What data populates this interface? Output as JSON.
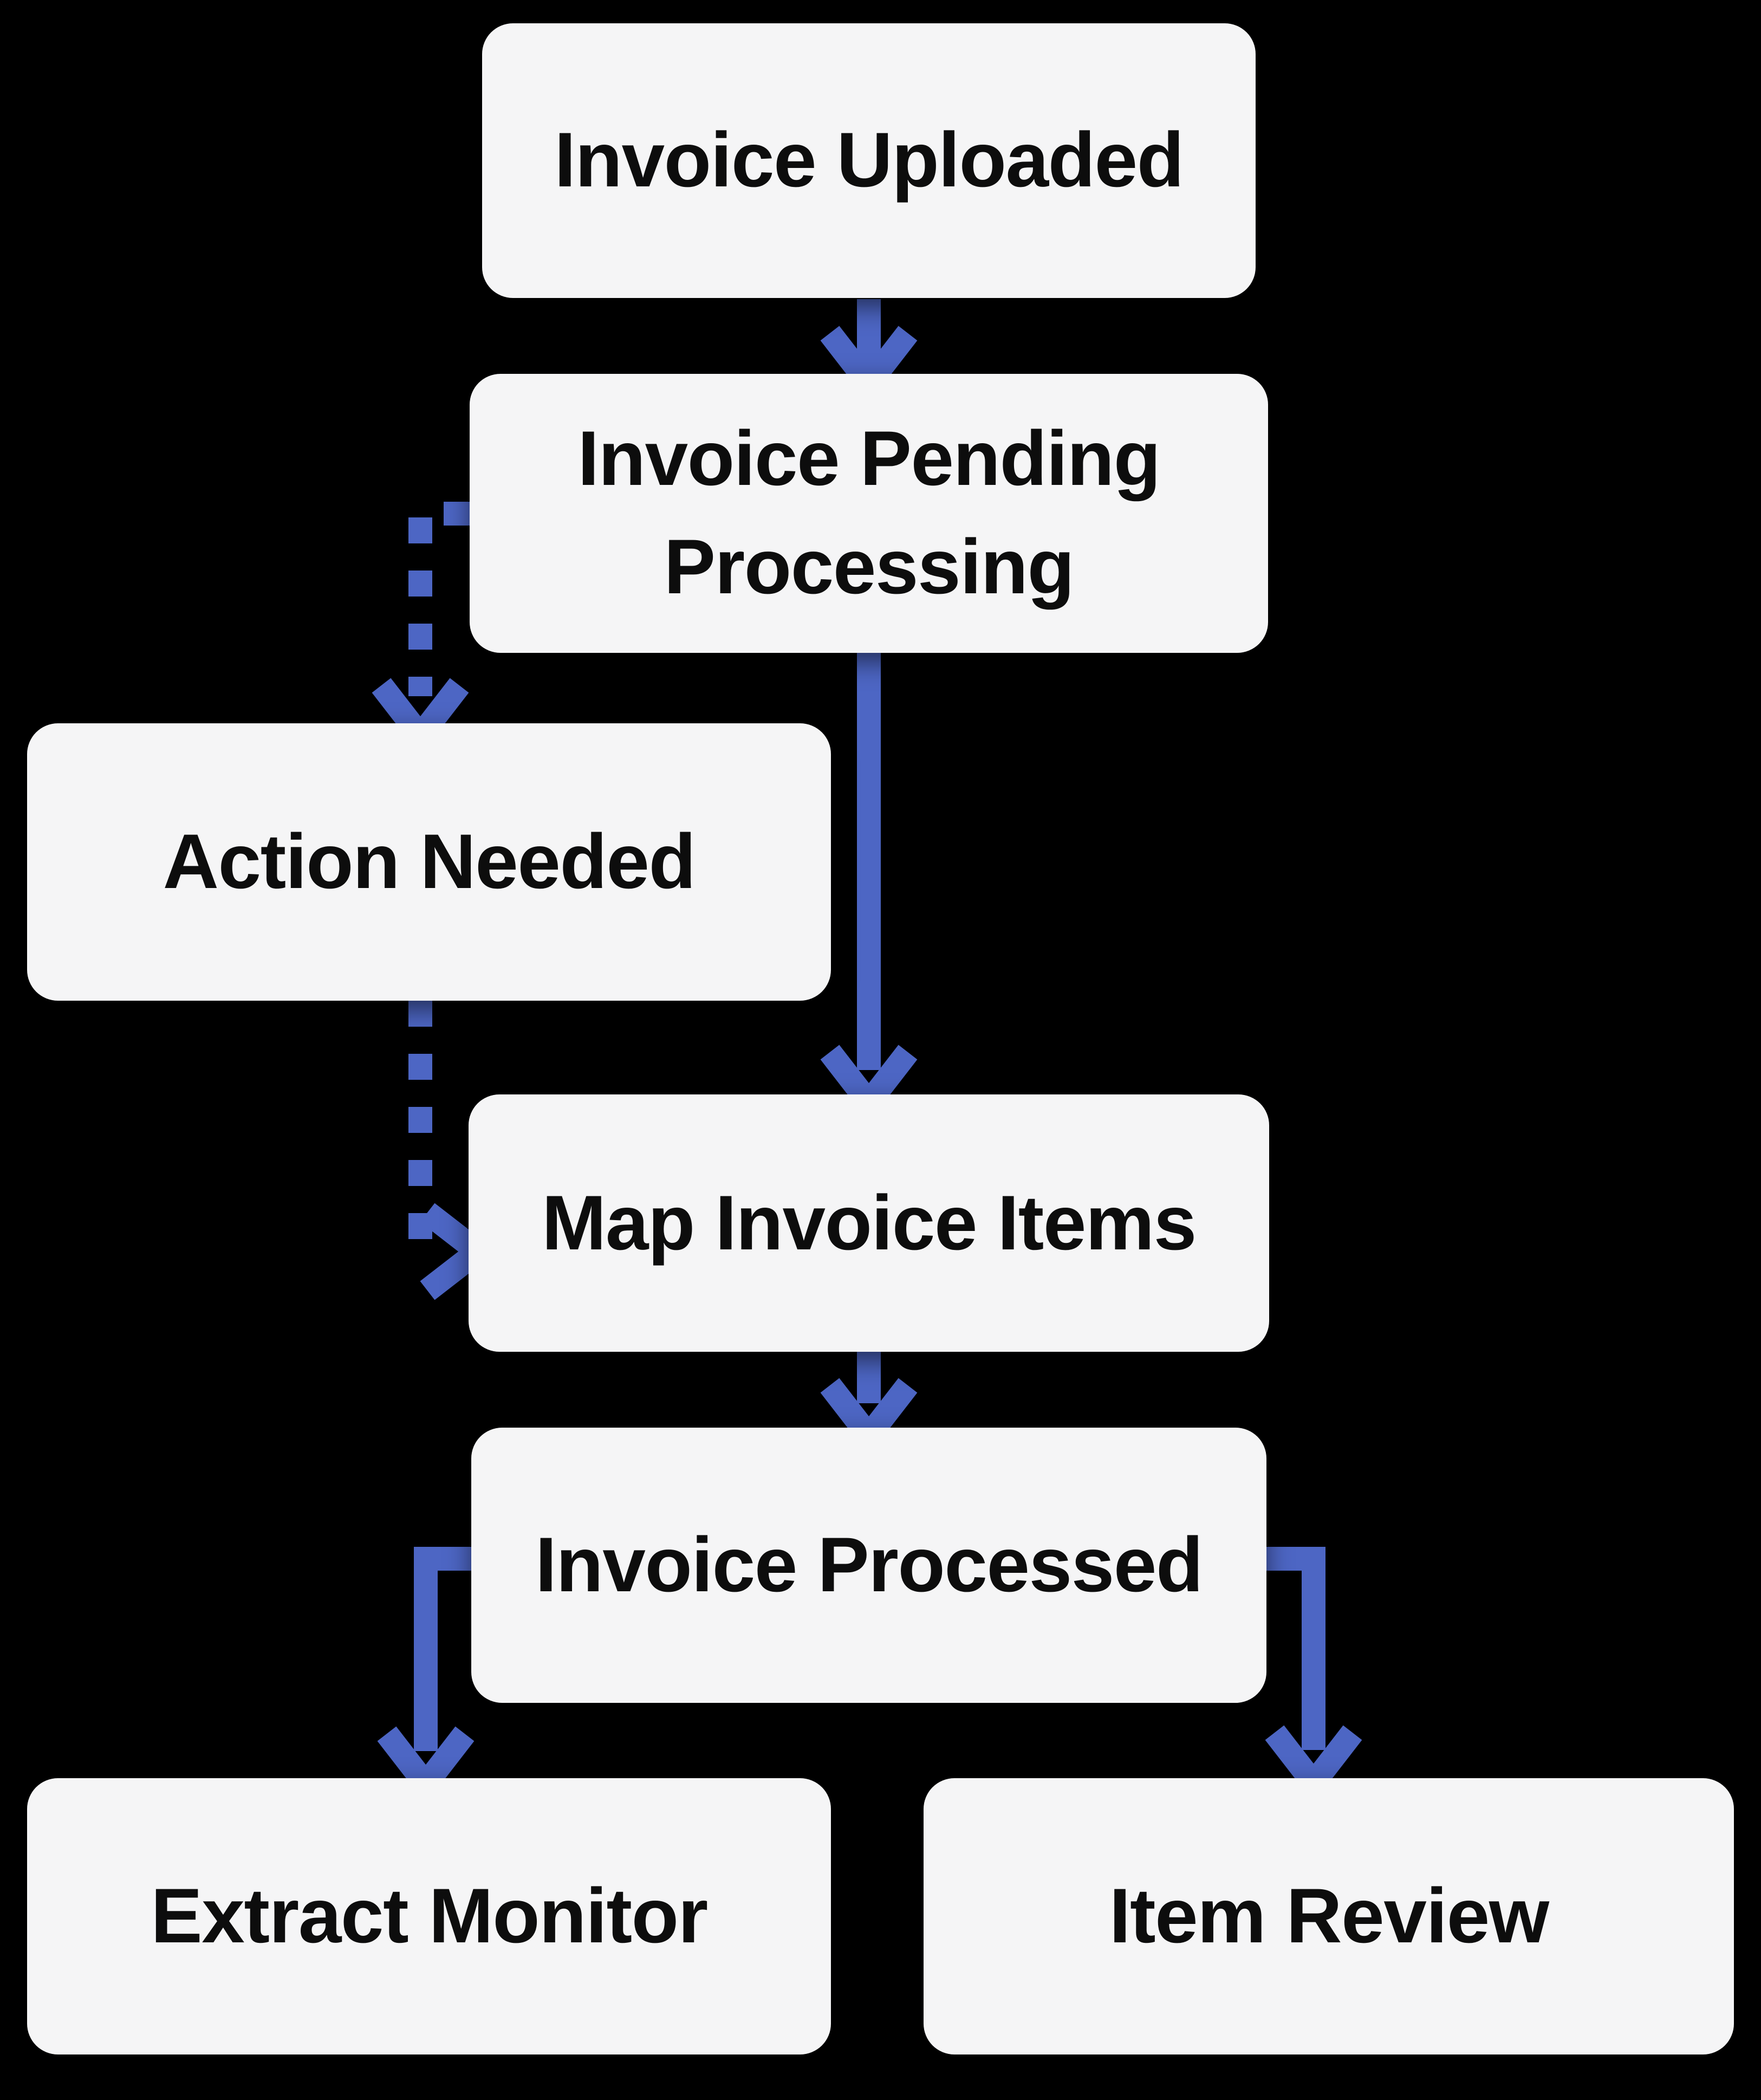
{
  "diagram": {
    "background_color": "#000000",
    "node_fill_color": "#f5f5f6",
    "node_text_color": "#0d0d0d",
    "arrow_color": "#4d66c4"
  },
  "nodes": [
    {
      "id": "invoice-uploaded",
      "label": "Invoice Uploaded"
    },
    {
      "id": "invoice-pending-processing",
      "label": "Invoice Pending\nProcessing"
    },
    {
      "id": "action-needed",
      "label": "Action Needed"
    },
    {
      "id": "map-invoice-items",
      "label": "Map Invoice Items"
    },
    {
      "id": "invoice-processed",
      "label": "Invoice Processed"
    },
    {
      "id": "extract-monitor",
      "label": "Extract Monitor"
    },
    {
      "id": "item-review",
      "label": "Item Review"
    }
  ],
  "edges": [
    {
      "from": "invoice-uploaded",
      "to": "invoice-pending-processing",
      "style": "solid"
    },
    {
      "from": "invoice-pending-processing",
      "to": "action-needed",
      "style": "dashed"
    },
    {
      "from": "invoice-pending-processing",
      "to": "map-invoice-items",
      "style": "solid"
    },
    {
      "from": "action-needed",
      "to": "map-invoice-items",
      "style": "dashed"
    },
    {
      "from": "map-invoice-items",
      "to": "invoice-processed",
      "style": "solid"
    },
    {
      "from": "invoice-processed",
      "to": "extract-monitor",
      "style": "solid"
    },
    {
      "from": "invoice-processed",
      "to": "item-review",
      "style": "solid"
    }
  ]
}
